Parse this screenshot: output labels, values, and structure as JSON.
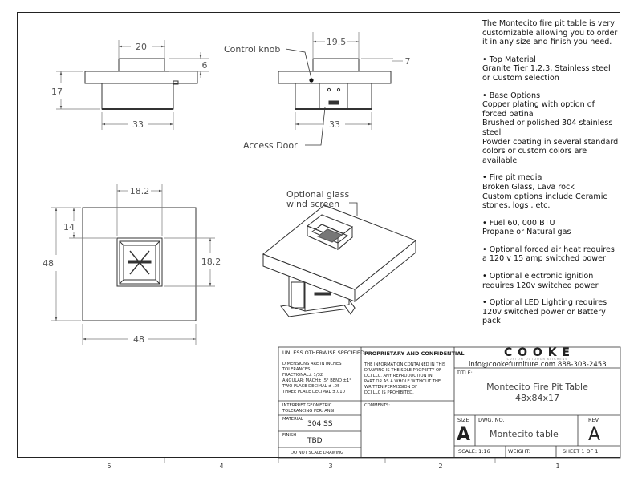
{
  "notes": {
    "intro": "The Montecito fire pit table is very customizable allowing you to order it in any size and finish you need.",
    "sections": [
      {
        "lines": [
          "• Top Material",
          "Granite Tier 1,2,3, Stainless steel or Custom selection"
        ]
      },
      {
        "lines": [
          "• Base Options",
          "Copper plating with option of forced patina",
          "Brushed or polished  304 stainless steel",
          "Powder coating in several standard colors or custom colors are available"
        ]
      },
      {
        "lines": [
          "• Fire pit media",
          "Broken Glass, Lava rock",
          "Custom options include Ceramic stones, logs , etc."
        ]
      },
      {
        "lines": [
          "• Fuel  60, 000 BTU",
          "Propane or Natural gas"
        ]
      },
      {
        "lines": [
          "• Optional forced air heat requires a 120 v 15 amp switched power"
        ]
      },
      {
        "lines": [
          "• Optional electronic ignition requires 120v switched power"
        ]
      },
      {
        "lines": [
          "• Optional LED Lighting requires 120v switched power or Battery pack"
        ]
      }
    ]
  },
  "labels": {
    "control_knob": "Control knob",
    "access_door": "Access Door",
    "glass_screen_1": "Optional glass",
    "glass_screen_2": "wind screen"
  },
  "dims": {
    "front_top": "20",
    "front_height": "6",
    "front_total": "17",
    "front_base": "33",
    "side_top": "19.5",
    "side_height": "7",
    "side_base": "33",
    "plan_burner": "18.2",
    "plan_offset": "14",
    "plan_depth": "48",
    "plan_burner_v": "18.2",
    "plan_width": "48"
  },
  "zones": [
    "5",
    "4",
    "3",
    "2",
    "1"
  ],
  "title_block": {
    "unless": "UNLESS OTHERWISE SPECIFIED:",
    "dims_in": "DIMENSIONS ARE IN INCHES",
    "tolerances": "TOLERANCES:",
    "fractional": "FRACTIONAL± 1/32",
    "angular": "ANGULAR: MACH± .5° BEND ±1°",
    "two_place": "TWO PLACE DECIMAL   ± .05",
    "three_place": "THREE PLACE DECIMAL  ±.010",
    "interpret": "INTERPRET GEOMETRIC",
    "tol_per": "TOLERANCING PER: ANSI",
    "material_label": "MATERIAL",
    "material": "304 SS",
    "finish_label": "FINISH",
    "finish": "TBD",
    "do_not_scale": "DO NOT SCALE DRAWING",
    "proprietary": "PROPRIETARY AND CONFIDENTIAL",
    "prop_1": "THE INFORMATION CONTAINED IN THIS",
    "prop_2": "DRAWING IS THE SOLE PROPERTY OF",
    "prop_3": "DCI LLC.  ANY REPRODUCTION IN",
    "prop_4": "PART OR AS A WHOLE WITHOUT THE",
    "prop_5": "WRITTEN PERMISSION OF",
    "prop_6": "DCI LLC IS PROHIBITED.",
    "comments": "COMMENTS:",
    "brand": "C O O K E",
    "brand_sub": "CUSTOM OUTDOOR KITCHENS",
    "contact": "info@cookefurniture.com 888-303-2453",
    "title_label": "TITLE:",
    "title_1": "Montecito Fire Pit Table",
    "title_2": "48x84x17",
    "size_label": "SIZE",
    "size": "A",
    "dwg_label": "DWG.  NO.",
    "dwg": "Montecito table",
    "rev_label": "REV",
    "rev": "A",
    "scale": "SCALE: 1:16",
    "weight": "WEIGHT:",
    "sheet": "SHEET 1 OF 1"
  }
}
